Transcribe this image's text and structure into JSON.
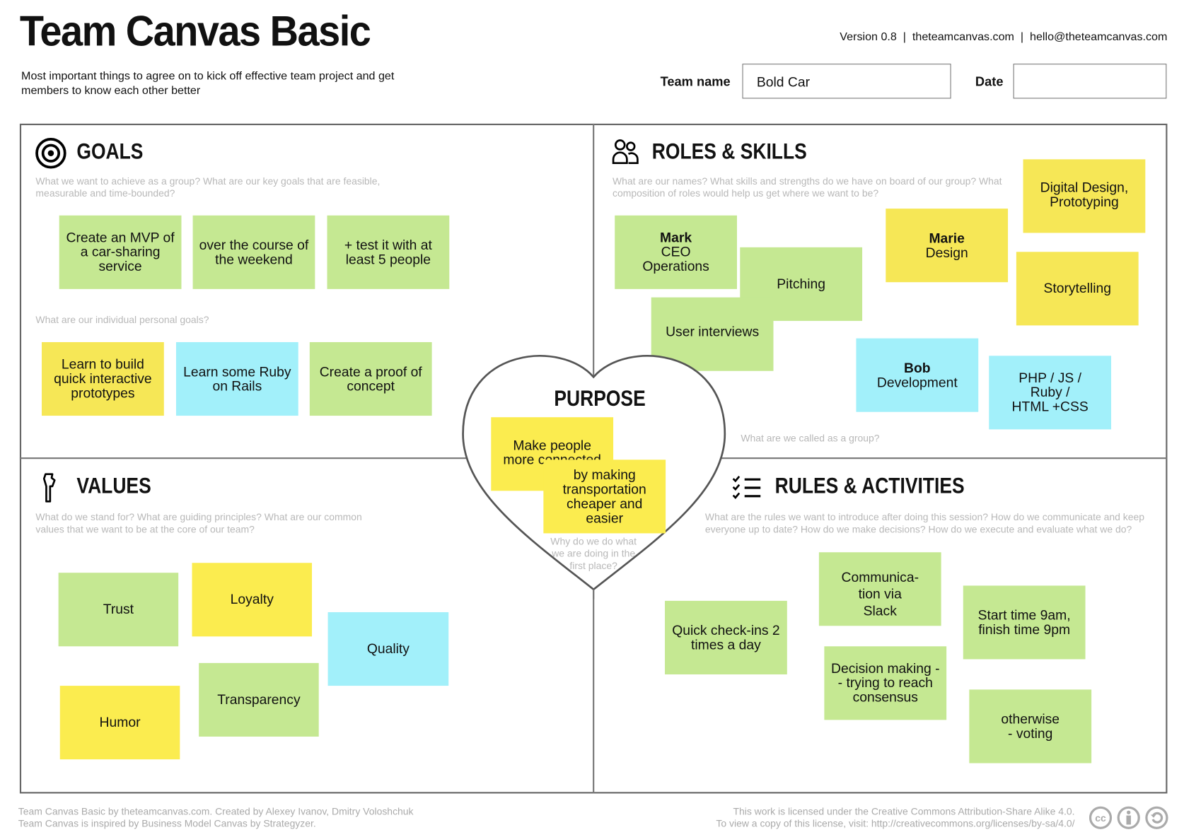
{
  "header": {
    "title": "Team Canvas Basic",
    "meta": "Version 0.8  |  theteamcanvas.com  |  hello@theteamcanvas.com",
    "subtitle": "Most important things to agree on to kick off effective team project and get members to know each other better",
    "team_name_label": "Team name",
    "team_name_value": "Bold Car",
    "date_label": "Date",
    "date_value": ""
  },
  "goals": {
    "title": "GOALS",
    "question": "What we want to achieve as a group? What are our key goals that are feasible, measurable and time-bounded?",
    "personal_question": "What are our individual personal goals?",
    "notes": [
      "Create an MVP of a car-sharing service",
      "over the course of the weekend",
      "+ test it with at least 5 people"
    ],
    "personal_notes": [
      "Learn to build quick interactive prototypes",
      "Learn some Ruby on Rails",
      "Create a proof of concept"
    ]
  },
  "roles": {
    "title": "ROLES & SKILLS",
    "question": "What are our names? What skills and strengths do we have on board of our group? What composition of roles would help us get where we want to be?",
    "group_question": "What are we called as a group?",
    "notes": [
      {
        "name": "Mark",
        "text": "CEO Operations"
      },
      {
        "text": "Pitching"
      },
      {
        "text": "User interviews"
      },
      {
        "name": "Marie",
        "text": "Design"
      },
      {
        "text": "Digital Design, Prototyping"
      },
      {
        "text": "Storytelling"
      },
      {
        "name": "Bob",
        "text": "Development"
      },
      {
        "text": "PHP / JS / Ruby / HTML +CSS"
      }
    ]
  },
  "purpose": {
    "title": "PURPOSE",
    "question": "Why do we do what we are doing in the first place?",
    "notes": [
      "Make people more connected",
      "by making transportation cheaper and easier"
    ]
  },
  "values": {
    "title": "VALUES",
    "question": "What do we stand for? What are guiding principles? What are our common values that we want to be at the core of our team?",
    "notes": [
      "Trust",
      "Loyalty",
      "Quality",
      "Humor",
      "Transparency"
    ]
  },
  "rules": {
    "title": "RULES & ACTIVITIES",
    "question": "What are the rules we want to introduce after doing this session? How do we communicate and keep everyone up to date? How do we make decisions? How do we execute and evaluate what we do?",
    "notes": [
      "Quick check-ins 2 times a day",
      "Communica-tion via Slack",
      "Start time 9am, finish time 9pm",
      "Decision making -- trying to reach consensus",
      "otherwise - voting"
    ]
  },
  "footer": {
    "left1": "Team Canvas Basic by theteamcanvas.com. Created by Alexey Ivanov, Dmitry Voloshchuk",
    "left2": "Team Canvas is inspired by Business Model Canvas by Strategyzer.",
    "right1": "This work is licensed under the Creative Commons Attribution-Share Alike 4.0.",
    "right2": "To view a copy of this license, visit: http://creativecommons.org/licenses/by-sa/4.0/"
  },
  "colors": {
    "green": "#c5e892",
    "yellow": "#f6e756",
    "blue": "#a2f0fa"
  }
}
